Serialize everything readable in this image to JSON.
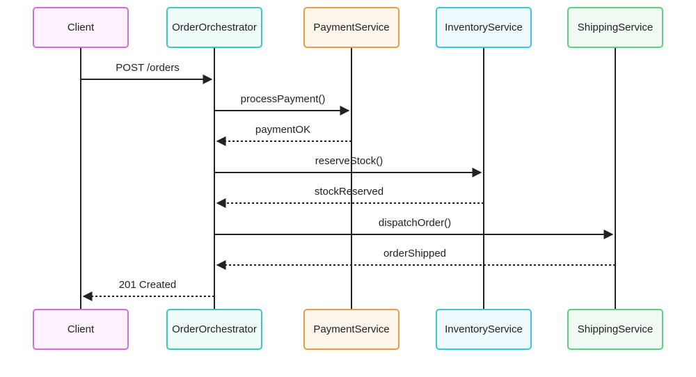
{
  "actors": [
    {
      "id": "client",
      "label": "Client",
      "border": "#d46be0",
      "fill": "#fdf2fe"
    },
    {
      "id": "orch",
      "label": "OrderOrchestrator",
      "border": "#3cc9bd",
      "fill": "#effbf9"
    },
    {
      "id": "pay",
      "label": "PaymentService",
      "border": "#ec9a4a",
      "fill": "#fef5eb"
    },
    {
      "id": "inv",
      "label": "InventoryService",
      "border": "#3cc6dc",
      "fill": "#eefafd"
    },
    {
      "id": "ship",
      "label": "ShippingService",
      "border": "#57d27e",
      "fill": "#effbf2"
    }
  ],
  "messages": [
    {
      "from": "client",
      "to": "orch",
      "label": "POST /orders",
      "style": "solid"
    },
    {
      "from": "orch",
      "to": "pay",
      "label": "processPayment()",
      "style": "solid"
    },
    {
      "from": "pay",
      "to": "orch",
      "label": "paymentOK",
      "style": "dashed"
    },
    {
      "from": "orch",
      "to": "inv",
      "label": "reserveStock()",
      "style": "solid"
    },
    {
      "from": "inv",
      "to": "orch",
      "label": "stockReserved",
      "style": "dashed"
    },
    {
      "from": "orch",
      "to": "ship",
      "label": "dispatchOrder()",
      "style": "solid"
    },
    {
      "from": "ship",
      "to": "orch",
      "label": "orderShipped",
      "style": "dashed"
    },
    {
      "from": "orch",
      "to": "client",
      "label": "201 Created",
      "style": "dashed"
    }
  ],
  "colors": {
    "line": "#222222"
  }
}
